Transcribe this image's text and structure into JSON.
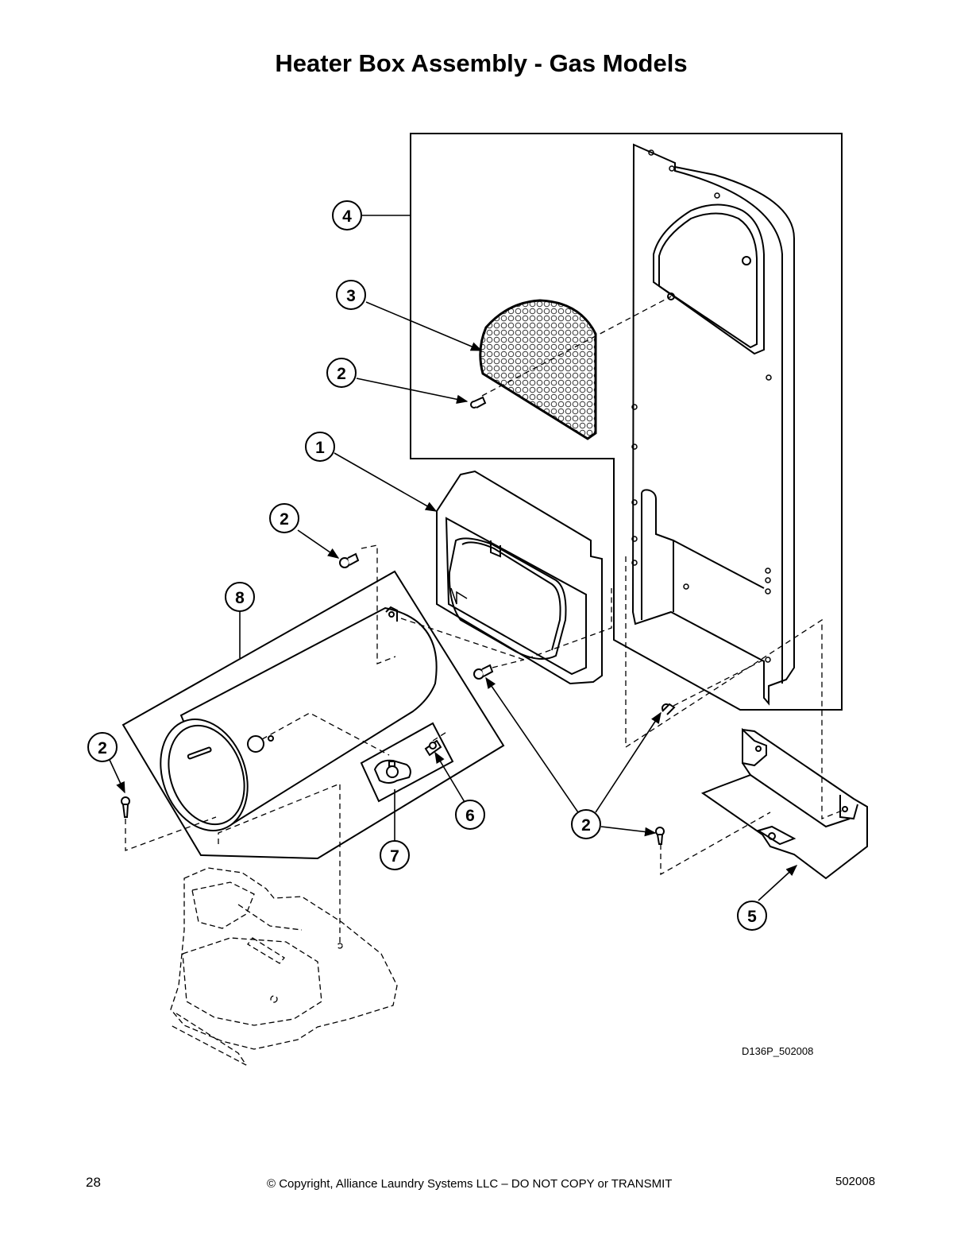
{
  "title": "Heater Box Assembly - Gas Models",
  "callouts": [
    "1",
    "2",
    "3",
    "4",
    "5",
    "6",
    "7",
    "8"
  ],
  "drawing_code": "D136P_502008",
  "footer": {
    "page_number": "28",
    "copyright": "© Copyright, Alliance Laundry Systems LLC – DO NOT COPY or TRANSMIT",
    "document_number": "502008"
  }
}
